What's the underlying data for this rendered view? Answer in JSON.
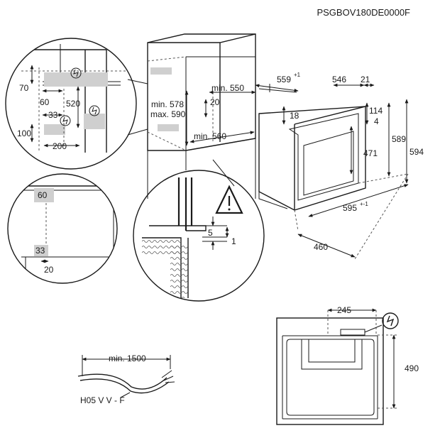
{
  "code": "PSGBOV180DE0000F",
  "detail_top": {
    "labels": [
      "70",
      "60",
      "520",
      "33",
      "100",
      "200"
    ]
  },
  "detail_bottom": {
    "labels": [
      "60",
      "33",
      "20"
    ]
  },
  "niche": {
    "labels": [
      "min. 550",
      "min. 578",
      "max. 590",
      "20",
      "min. 560"
    ]
  },
  "oven": {
    "labels": [
      "559",
      "+1",
      "546",
      "21",
      "18",
      "114",
      "4",
      "589",
      "594",
      "471",
      "595",
      "+-1",
      "460"
    ]
  },
  "mount_detail": {
    "labels": [
      "5",
      "1"
    ]
  },
  "cable": {
    "labels": [
      "min. 1500",
      "H05 V V - F"
    ]
  },
  "back_view": {
    "labels": [
      "245",
      "490"
    ]
  }
}
